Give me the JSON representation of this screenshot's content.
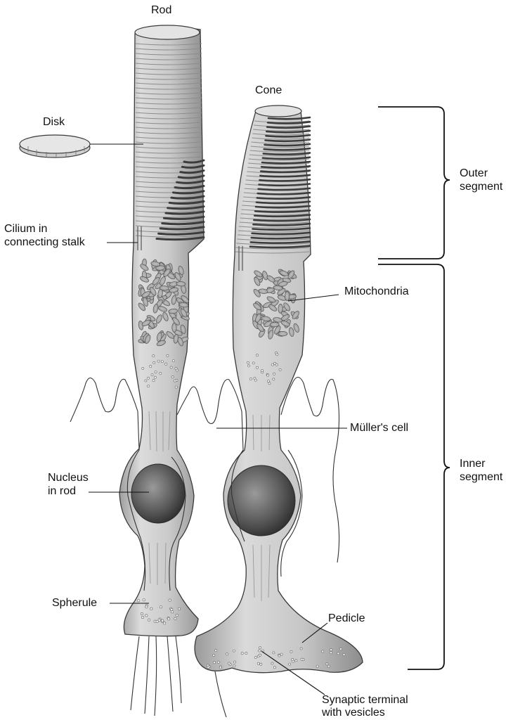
{
  "labels": {
    "rod": "Rod",
    "cone": "Cone",
    "disk": "Disk",
    "cilium_line1": "Cilium in",
    "cilium_line2": "connecting stalk",
    "nucleus_line1": "Nucleus",
    "nucleus_line2": "in rod",
    "spherule": "Spherule",
    "mitochondria": "Mitochondria",
    "muller": "Müller's cell",
    "pedicle": "Pedicle",
    "synaptic_line1": "Synaptic terminal",
    "synaptic_line2": "with vesicles",
    "outer_line1": "Outer",
    "outer_line2": "segment",
    "inner_line1": "Inner",
    "inner_line2": "segment"
  },
  "colors": {
    "cell_fill": "#cfcfcf",
    "cell_shade": "#a9a9a9",
    "disk_stripe": "#8c8c8c",
    "disk_dark": "#3c3c3c",
    "nucleus": "#5a5a5a"
  }
}
